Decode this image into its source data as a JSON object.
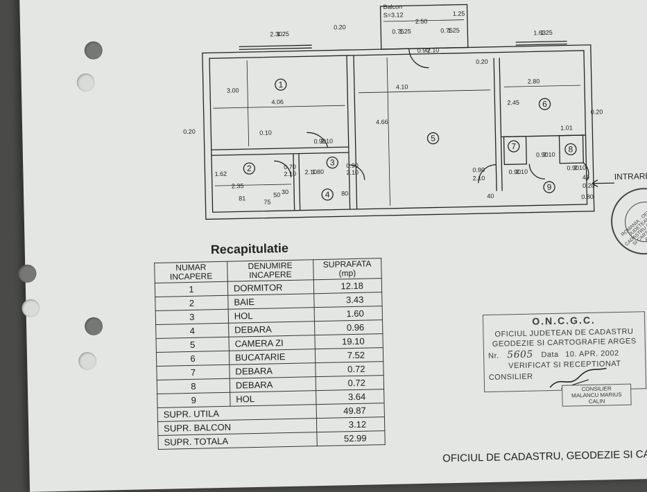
{
  "plan": {
    "balcony": {
      "label": "Balcon",
      "area": "S=3.12"
    },
    "room_numbers": [
      "1",
      "2",
      "3",
      "4",
      "5",
      "6",
      "7",
      "8",
      "9"
    ],
    "dims": [
      "2.50",
      "1.25",
      "0.75",
      "1.25",
      "0.75",
      "1.25",
      "2.30",
      "1.25",
      "0.20",
      "1.63",
      "1.25",
      "0.90",
      "2.10",
      "0.20",
      "3.00",
      "4.06",
      "4.10",
      "4.66",
      "2.80",
      "2.45",
      "0.20",
      "0.20",
      "0.10",
      "1.01",
      "0.90",
      "2.10",
      "0.70",
      "2.10",
      "1.80",
      "2.10",
      "0.90",
      "2.10",
      "1.62",
      "2.35",
      "81",
      "75",
      "50",
      "30",
      "80",
      "40",
      "0.90",
      "2.10",
      "0.90",
      "2.10",
      "0.90",
      "2.10",
      "0.90",
      "2.10",
      "40",
      "0.20",
      "0.80"
    ],
    "entrance_label": "INTRARE"
  },
  "recap": {
    "title": "Recapitulatie",
    "headers": [
      "NUMAR INCAPERE",
      "DENUMIRE INCAPERE",
      "SUPRAFATA (mp)"
    ],
    "rows": [
      [
        "1",
        "DORMITOR",
        "12.18"
      ],
      [
        "2",
        "BAIE",
        "3.43"
      ],
      [
        "3",
        "HOL",
        "1.60"
      ],
      [
        "4",
        "DEBARA",
        "0.96"
      ],
      [
        "5",
        "CAMERA ZI",
        "19.10"
      ],
      [
        "6",
        "BUCATARIE",
        "7.52"
      ],
      [
        "7",
        "DEBARA",
        "0.72"
      ],
      [
        "8",
        "DEBARA",
        "0.72"
      ],
      [
        "9",
        "HOL",
        "3.64"
      ]
    ],
    "totals": [
      [
        "SUPR. UTILA",
        "49.87"
      ],
      [
        "SUPR. BALCON",
        "3.12"
      ],
      [
        "SUPR. TOTALA",
        "52.99"
      ]
    ]
  },
  "stamp": {
    "title": "O.N.C.G.C.",
    "line1": "OFICIUL JUDETEAN DE CADASTRU",
    "line2": "GEODEZIE SI CARTOGRAFIE ARGES",
    "nr_label": "Nr.",
    "nr_value": "5605",
    "date_label": "Data",
    "date_value": "10. APR. 2002",
    "verified": "VERIFICAT SI RECEPTIONAT",
    "consilier": "CONSILIER",
    "sub_title": "CONSILIER",
    "sub_name": "MALANCU MARIUS CALIN"
  },
  "seal": {
    "text": "ROMANIA · OFICIUL JUDETEAN DE CADASTRU GEODEZIE SI CARTOGRAFIE ARGES"
  },
  "footer": "OFICIUL DE CADASTRU, GEODEZIE SI CARTOG"
}
